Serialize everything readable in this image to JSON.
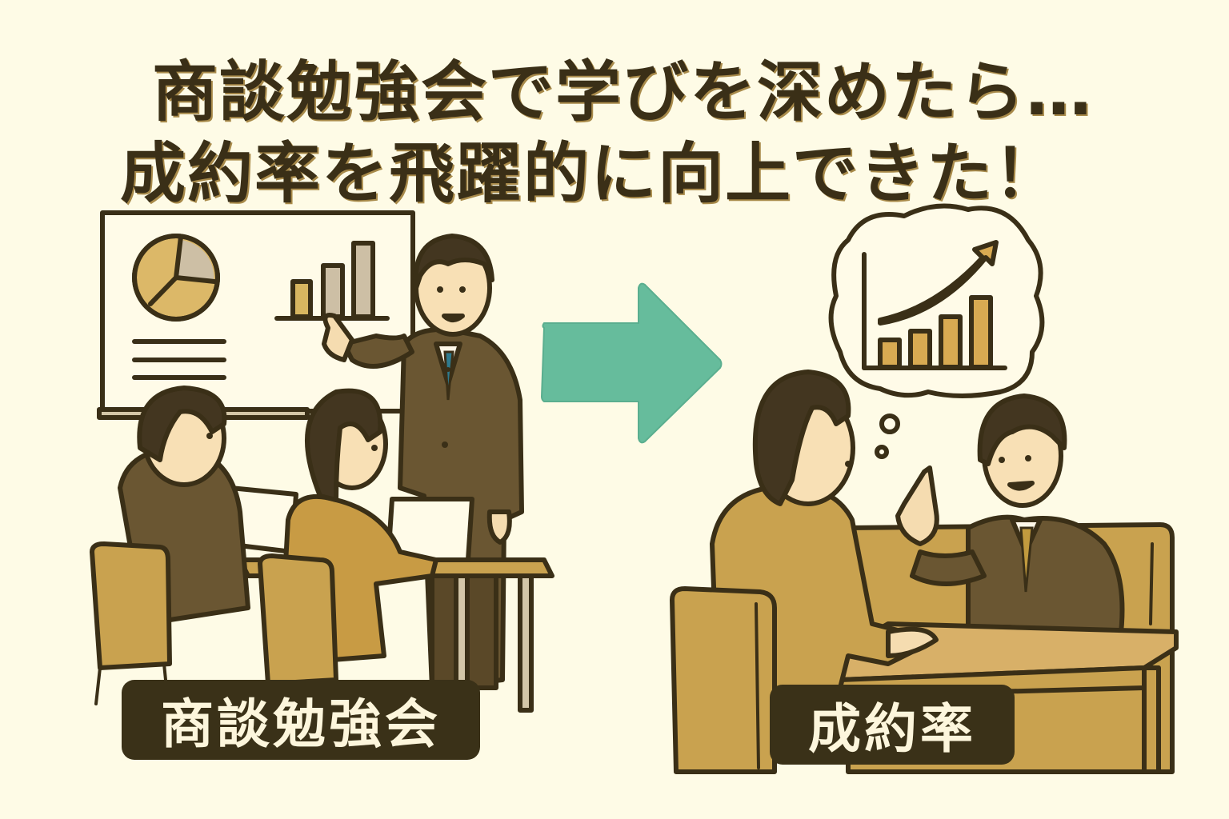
{
  "headline": {
    "line1": "商談勉強会で学びを深めたら…",
    "line2": "成約率を飛躍的に向上できた！"
  },
  "panels": {
    "left": {
      "label": "商談勉強会",
      "scene": "presenter-pointing-at-whiteboard-with-two-attendees-at-laptops",
      "whiteboard": {
        "icons": [
          "pie-chart-icon",
          "bar-chart-icon",
          "text-lines-icon"
        ],
        "bar_chart_bars": 3
      }
    },
    "arrow": {
      "direction": "right",
      "color": "#66bc9c"
    },
    "right": {
      "label": "成約率",
      "scene": "salesperson-explaining-to-client-at-desk",
      "thought_bubble": {
        "icon": "rising-bar-chart-with-arrow-icon",
        "bar_count": 4
      }
    }
  },
  "colors": {
    "background": "#fefbe6",
    "ink": "#3a2f17",
    "gold": "#c9a24f",
    "suit_brown": "#6a5632",
    "teal_arrow": "#66bc9c",
    "label_bg": "#3a3118",
    "label_text": "#fdf6dc"
  }
}
